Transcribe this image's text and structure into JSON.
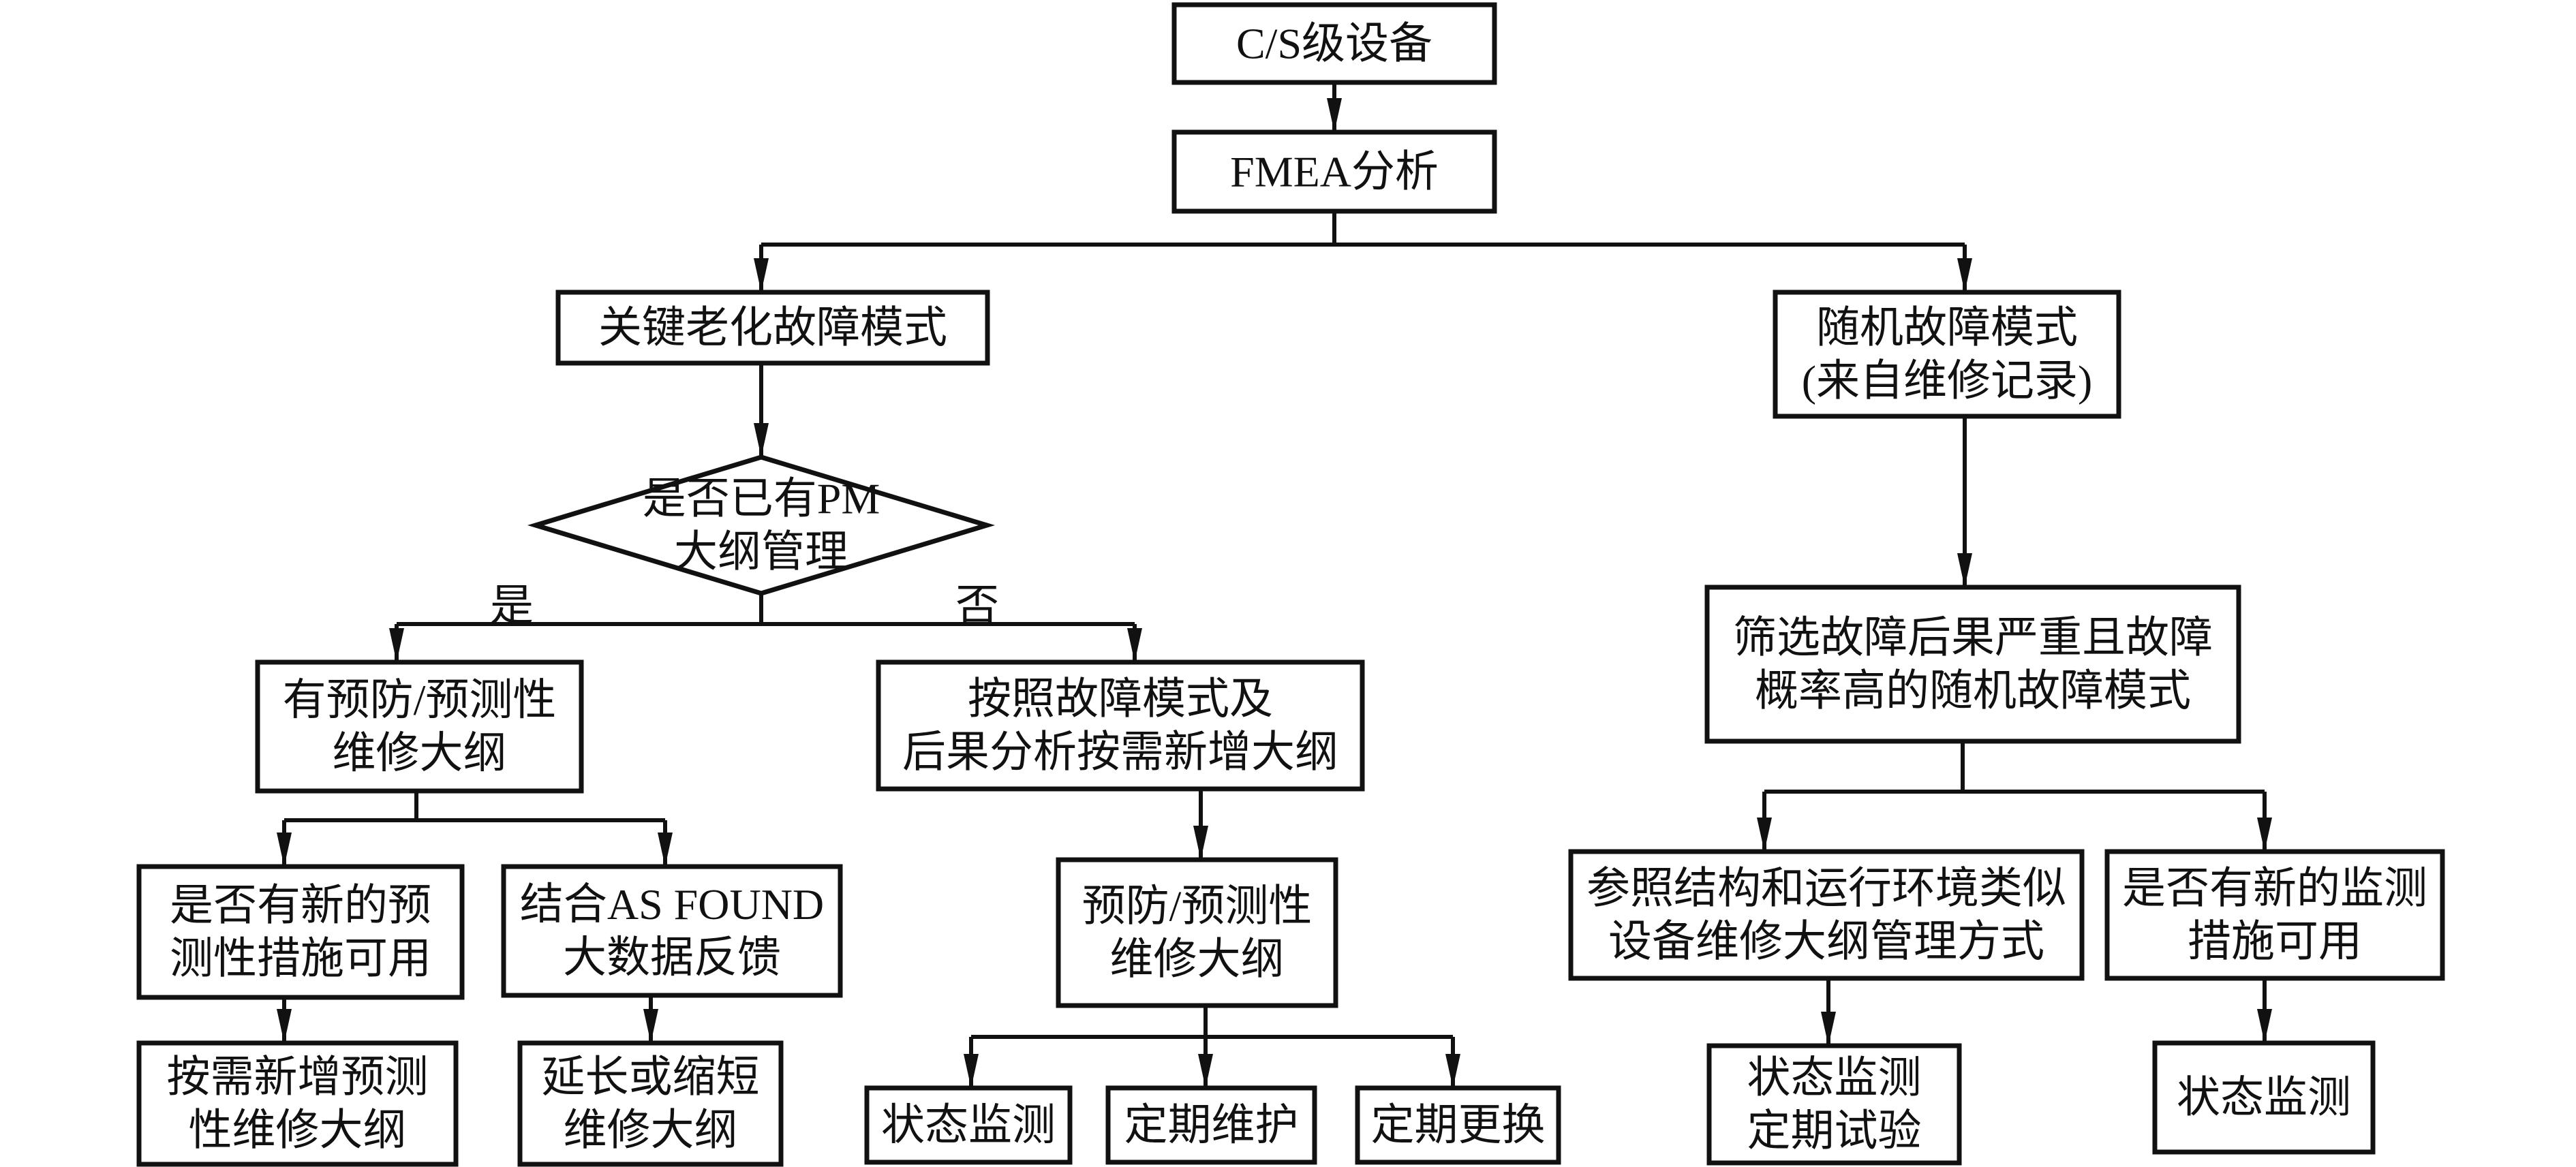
{
  "diagram": {
    "type": "flowchart",
    "nodes": {
      "cs_equipment": {
        "lines": [
          "C/S级设备"
        ]
      },
      "fmea": {
        "lines": [
          "FMEA分析"
        ]
      },
      "key_aging": {
        "lines": [
          "关键老化故障模式"
        ]
      },
      "random_failure": {
        "lines": [
          "随机故障模式",
          "(来自维修记录)"
        ]
      },
      "pm_decision": {
        "lines": [
          "是否已有PM",
          "大纲管理"
        ]
      },
      "has_pm_program": {
        "lines": [
          "有预防/预测性",
          "维修大纲"
        ]
      },
      "add_program": {
        "lines": [
          "按照故障模式及",
          "后果分析按需新增大纲"
        ]
      },
      "new_predictive_measures": {
        "lines": [
          "是否有新的预",
          "测性措施可用"
        ]
      },
      "as_found_feedback": {
        "lines": [
          "结合AS FOUND",
          "大数据反馈"
        ]
      },
      "add_predictive_program": {
        "lines": [
          "按需新增预测",
          "性维修大纲"
        ]
      },
      "extend_shorten": {
        "lines": [
          "延长或缩短",
          "维修大纲"
        ]
      },
      "pm_program": {
        "lines": [
          "预防/预测性",
          "维修大纲"
        ]
      },
      "condition_monitoring_1": {
        "lines": [
          "状态监测"
        ]
      },
      "periodic_maintenance": {
        "lines": [
          "定期维护"
        ]
      },
      "periodic_replacement": {
        "lines": [
          "定期更换"
        ]
      },
      "screen_random": {
        "lines": [
          "筛选故障后果严重且故障",
          "概率高的随机故障模式"
        ]
      },
      "reference_similar": {
        "lines": [
          "参照结构和运行环境类似",
          "设备维修大纲管理方式"
        ]
      },
      "new_monitoring_measures": {
        "lines": [
          "是否有新的监测",
          "措施可用"
        ]
      },
      "monitoring_and_testing": {
        "lines": [
          "状态监测",
          "定期试验"
        ]
      },
      "condition_monitoring_2": {
        "lines": [
          "状态监测"
        ]
      }
    },
    "branch_labels": {
      "yes": "是",
      "no": "否"
    },
    "edges": [
      {
        "from": "cs_equipment",
        "to": "fmea"
      },
      {
        "from": "fmea",
        "to": "key_aging"
      },
      {
        "from": "fmea",
        "to": "random_failure"
      },
      {
        "from": "key_aging",
        "to": "pm_decision"
      },
      {
        "from": "pm_decision",
        "to": "has_pm_program",
        "label": "是"
      },
      {
        "from": "pm_decision",
        "to": "add_program",
        "label": "否"
      },
      {
        "from": "has_pm_program",
        "to": "new_predictive_measures"
      },
      {
        "from": "has_pm_program",
        "to": "as_found_feedback"
      },
      {
        "from": "new_predictive_measures",
        "to": "add_predictive_program"
      },
      {
        "from": "as_found_feedback",
        "to": "extend_shorten"
      },
      {
        "from": "add_program",
        "to": "pm_program"
      },
      {
        "from": "pm_program",
        "to": "condition_monitoring_1"
      },
      {
        "from": "pm_program",
        "to": "periodic_maintenance"
      },
      {
        "from": "pm_program",
        "to": "periodic_replacement"
      },
      {
        "from": "random_failure",
        "to": "screen_random"
      },
      {
        "from": "screen_random",
        "to": "reference_similar"
      },
      {
        "from": "screen_random",
        "to": "new_monitoring_measures"
      },
      {
        "from": "reference_similar",
        "to": "monitoring_and_testing"
      },
      {
        "from": "new_monitoring_measures",
        "to": "condition_monitoring_2"
      }
    ]
  }
}
